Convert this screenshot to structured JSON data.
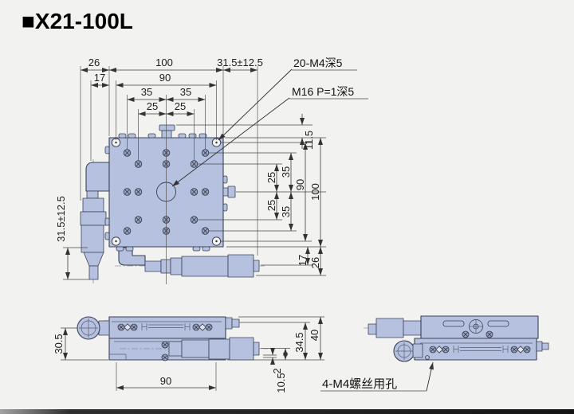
{
  "title": "■X21-100L",
  "labels": {
    "top_holes": "20-M4深5",
    "center_thread": "M16 P=1深5",
    "side_holes": "4-M4螺丝用孔"
  },
  "dims": {
    "top": {
      "left_offset": "26",
      "plate_width": "100",
      "travel": "31.5±12.5",
      "mic_axis_offset": "17",
      "hole_span": "90",
      "hole_35_left": "35",
      "hole_35_right": "35",
      "hole_25_left": "25",
      "hole_25_right": "25"
    },
    "right": {
      "knob_height": "11.5",
      "hole_35_top": "35",
      "hole_25_top": "25",
      "hole_25_bottom": "25",
      "hole_35_bottom": "35",
      "hole_span": "90",
      "plate_height": "100",
      "mic_axis_offset": "17",
      "mic_edge_offset": "26"
    },
    "left": {
      "travel": "31.5±12.5"
    },
    "front": {
      "knob_center_height": "30.5",
      "base_width": "90",
      "lip": "2",
      "axis_height": "10.5",
      "body_height": "34.5",
      "total_height": "40"
    }
  },
  "colors": {
    "body_fill": "#b6c1e0",
    "outline": "#3b4254",
    "dim_lines": "#3c3c3c",
    "text": "#1d1d1d",
    "background": "#f2f2f0"
  }
}
